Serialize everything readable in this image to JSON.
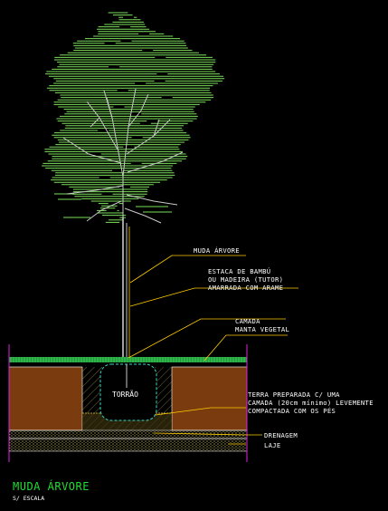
{
  "labels": {
    "muda": "MUDA ÁRVORE",
    "estaca": [
      "ESTACA DE BAMBÚ",
      "OU MADEIRA (TUTOR)",
      "AMARRADA COM ARAME"
    ],
    "camada": [
      "CAMADA",
      "MANTA VEGETAL"
    ],
    "torrao": "TORRÃO",
    "terra": [
      "TERRA PREPARADA C/ UMA",
      "CAMADA (20cm mínimo) LEVEMENTE",
      "COMPACTADA COM OS PÉS"
    ],
    "drenagem": "DRENAGEM",
    "laje": "LAJE"
  },
  "title": "MUDA ÁRVORE",
  "scale_note": "S/ ESCALA",
  "colors": {
    "background": "#000000",
    "foliage": "#7ce05a",
    "trunk": "#c8c8c8",
    "soil": "#7a3c0f",
    "leader": "#ffcc00",
    "grass": "#1f9e3a",
    "root_ball": "#38d6c8",
    "drainage": "#e8e07a",
    "edge": "#e020e0",
    "title": "#22dd33"
  }
}
